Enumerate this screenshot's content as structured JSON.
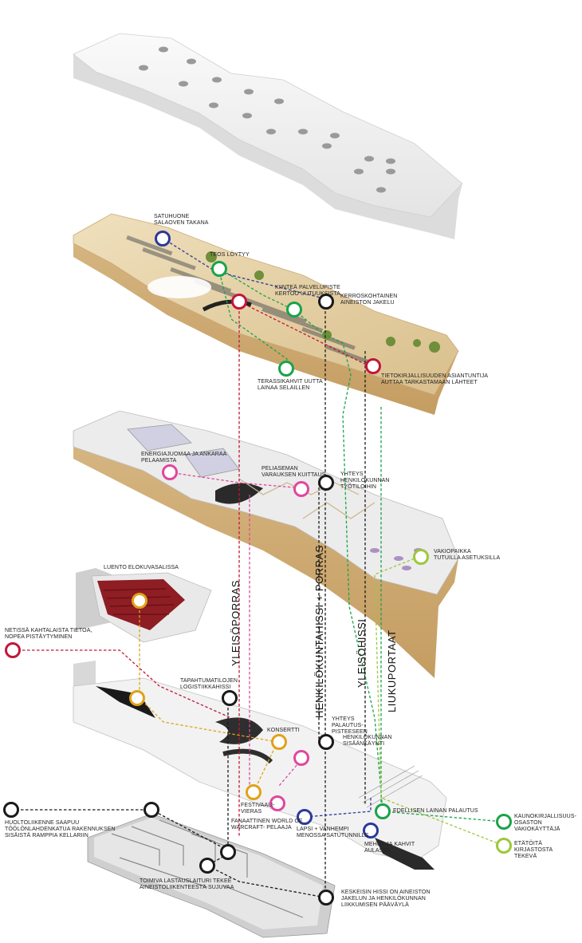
{
  "colors": {
    "black": "#1a1a1a",
    "green": "#1aa34a",
    "red": "#c3163a",
    "blue": "#2a3a9a",
    "pink": "#e0479e",
    "orange": "#e0a21a",
    "lime": "#9cc83a",
    "wood": "#e6d2a8",
    "roof": "#f2f2f2"
  },
  "vertical_labels": {
    "yleisoporras": "YLEISÖPORRAS",
    "henkilokuntahissi": "HENKILÖKUNTAHISSI + PORRAS",
    "yleisohissi": "YLEISÖHISSI",
    "liukuportaat": "LIUKUPORTAAT"
  },
  "labels": {
    "satuhuone": "SATUHUONE\nSALAOVEN TAKANA",
    "teos_loytyy": "TEOS LÖYTYY",
    "kiintea": "KIINTEÄ PALVELUPISTE\nKERTOO UUTUUKSISTA",
    "kerroskohtainen": "KERROSKOHTAINEN\nAINEISTON JAKELU",
    "tietokirjallisuuden": "TIETOKIRJALLISUUDEN ASIANTUNTIJA\nAUTTAA TARKASTAMAAN LÄHTEET",
    "terassikahvit": "TERASSIKAHVIT UUTTA\nLAINAA SELAILLEN",
    "energiajuomaa": "ENERGIAJUOMAA JA ANKARAA\nPELAAMISTA",
    "pelaseman": "PELIASEMAN\nVARAUKSEN KUITTAUS",
    "yhteys_tyotiloihin": "YHTEYS\nHENKILÖKUNNAN\nTYÖTILOIHIN",
    "vakiopaikka": "VAKIOPAIKKA\nTUTUILLA ASETUKSILLA",
    "luento": "LUENTO ELOKUVASALISSA",
    "netissa": "NETISSÄ KAHTALAISTA TIETOA,\nNOPEA PISTÄYTYMINEN",
    "tapahtumatilojen": "TAPAHTUMATILOJEN\nLOGISTIIKKAHISSI",
    "konsertti": "KONSERTTI",
    "yhteys_palautus": "YHTEYS\nPALAUTUS-\nPISTEESEEN",
    "henkilokunnan_sisaankaynti": "HENKILÖKUNNAN\nSISÄÄNKÄYNTI",
    "festivaali": "FESTIVAALI-\nVIERAS",
    "fanaattinen": "FANAATTINEN WORLD OF\nWARCRAFT- PELAAJA",
    "edellisen": "EDELLISEN LAINAN PALAUTUS",
    "kaunokirjallisuus": "KAUNOKIRJALLISUUS-\nOSASTON VAKIOKÄYTTÄJÄ",
    "etatoita": "ETÄTÖITÄ KIRJASTOSTA\nTEKEVÄ",
    "lapsi": "LAPSI + VANHEMPI\nMENOSSA SATUTUNNILLE",
    "mehut": "MEHUT JA KAHVIT\nAULASSA",
    "huoltoliikenne": "HUOLTOLIIKENNE SAAPUU\nTÖÖLÖNLAHDENKATUA RAKENNUKSEN\nSISÄISTÄ RAMPPIA KELLARIIN",
    "toimiva": "TOIMIVA LASTAUSLAITURI TEKEE\nAINEISTOLIIKENTEESTÄ SUJUVAA",
    "keskeisin": "KESKEISIN HISSI ON AINEISTON\nJAKELUN JA HENKILÖKUNNAN\nLIIKKUMISEN PÄÄVÄYLÄ"
  },
  "nodes": [
    {
      "name": "node-satuhuone",
      "color": "blue"
    },
    {
      "name": "node-teos-loytyy",
      "color": "green"
    },
    {
      "name": "node-kiintea",
      "color": "green"
    },
    {
      "name": "node-kerroskohtainen",
      "color": "black"
    },
    {
      "name": "node-tietokirjallisuuden",
      "color": "red"
    },
    {
      "name": "node-yleisoporras-top",
      "color": "red"
    },
    {
      "name": "node-terassikahvit",
      "color": "green"
    },
    {
      "name": "node-energiajuomaa",
      "color": "pink"
    },
    {
      "name": "node-pelaseman",
      "color": "pink"
    },
    {
      "name": "node-yhteys-tyotiloihin",
      "color": "black"
    },
    {
      "name": "node-vakiopaikka",
      "color": "lime"
    },
    {
      "name": "node-luento",
      "color": "orange"
    },
    {
      "name": "node-netissa",
      "color": "red"
    },
    {
      "name": "node-orange-left",
      "color": "orange"
    },
    {
      "name": "node-tapahtumatilojen",
      "color": "black"
    },
    {
      "name": "node-konsertti",
      "color": "orange"
    },
    {
      "name": "node-yhteys-palautus",
      "color": "black"
    },
    {
      "name": "node-pink-mid",
      "color": "pink"
    },
    {
      "name": "node-festivaali",
      "color": "orange"
    },
    {
      "name": "node-fanaattinen",
      "color": "pink"
    },
    {
      "name": "node-edellisen",
      "color": "green"
    },
    {
      "name": "node-kaunokirjallisuus",
      "color": "green"
    },
    {
      "name": "node-etatoita",
      "color": "lime"
    },
    {
      "name": "node-lapsi",
      "color": "blue"
    },
    {
      "name": "node-mehut",
      "color": "blue"
    },
    {
      "name": "node-huoltoliikenne",
      "color": "black"
    },
    {
      "name": "node-basement-1",
      "color": "black"
    },
    {
      "name": "node-basement-2",
      "color": "black"
    },
    {
      "name": "node-keskeisin",
      "color": "black"
    }
  ]
}
